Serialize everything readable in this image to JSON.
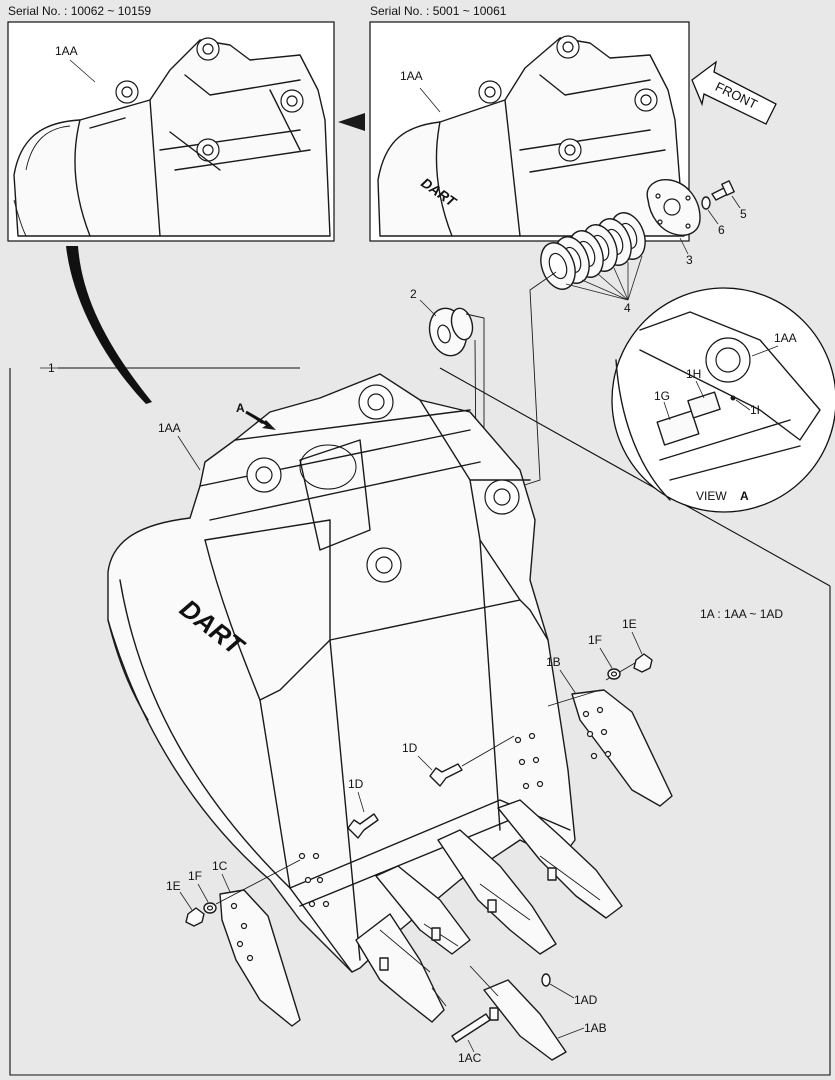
{
  "serial_left": "Serial No. : 10062 ~ 10159",
  "serial_right": "Serial No. : 5001 ~ 10061",
  "front_label": "FRONT",
  "view_label": "VIEW",
  "view_letter": "A",
  "arrow_label": "A",
  "range_note": "1A : 1AA ~ 1AD",
  "brand_text": "DART",
  "labels": {
    "one": "1",
    "two": "2",
    "three": "3",
    "four": "4",
    "five": "5",
    "six": "6",
    "oneAA_inset_left": "1AA",
    "oneAA_inset_right": "1AA",
    "oneAA_main": "1AA",
    "oneAA_view": "1AA",
    "oneG": "1G",
    "oneH": "1H",
    "oneI": "1I",
    "oneB": "1B",
    "oneC": "1C",
    "oneD_upper": "1D",
    "oneD_lower": "1D",
    "oneE_right": "1E",
    "oneF_right": "1F",
    "oneE_left": "1E",
    "oneF_left": "1F",
    "oneAB": "1AB",
    "oneAC": "1AC",
    "oneAD": "1AD"
  }
}
